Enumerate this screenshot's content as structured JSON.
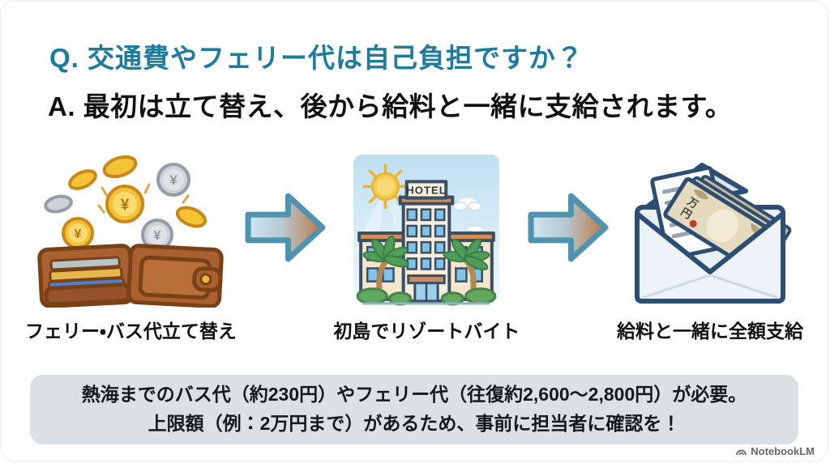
{
  "slide": {
    "question": "Q. 交通費やフェリー代は自己負担ですか？",
    "answer": "A. 最初は立て替え、後から給料と一緒に支給されます。"
  },
  "steps": [
    {
      "label": "フェリー・バス代立て替え",
      "icon": "wallet-coins-icon"
    },
    {
      "label": "初島でリゾートバイト",
      "icon": "resort-hotel-icon"
    },
    {
      "label": "給料と一緒に全額支給",
      "icon": "envelope-salary-icon"
    }
  ],
  "note": {
    "line1": "熱海までのバス代（約230円）やフェリー代（往復約2,600〜2,800円）が必要。",
    "line2": "上限額（例：2万円まで）があるため、事前に担当者に確認を！"
  },
  "icons": {
    "hotel_sign": "HOTEL",
    "yen_symbol": "¥",
    "banknote_char_top": "万",
    "banknote_char_bottom": "円"
  },
  "watermark": {
    "label": "NotebookLM"
  },
  "colors": {
    "question_teal": "#1e7b9c",
    "answer_black": "#111111",
    "note_bg": "#dbe0e4",
    "arrow_outline": "#4f93b0",
    "arrow_gradient_start": "#cbe7f5",
    "arrow_gradient_end": "#bd7740"
  }
}
